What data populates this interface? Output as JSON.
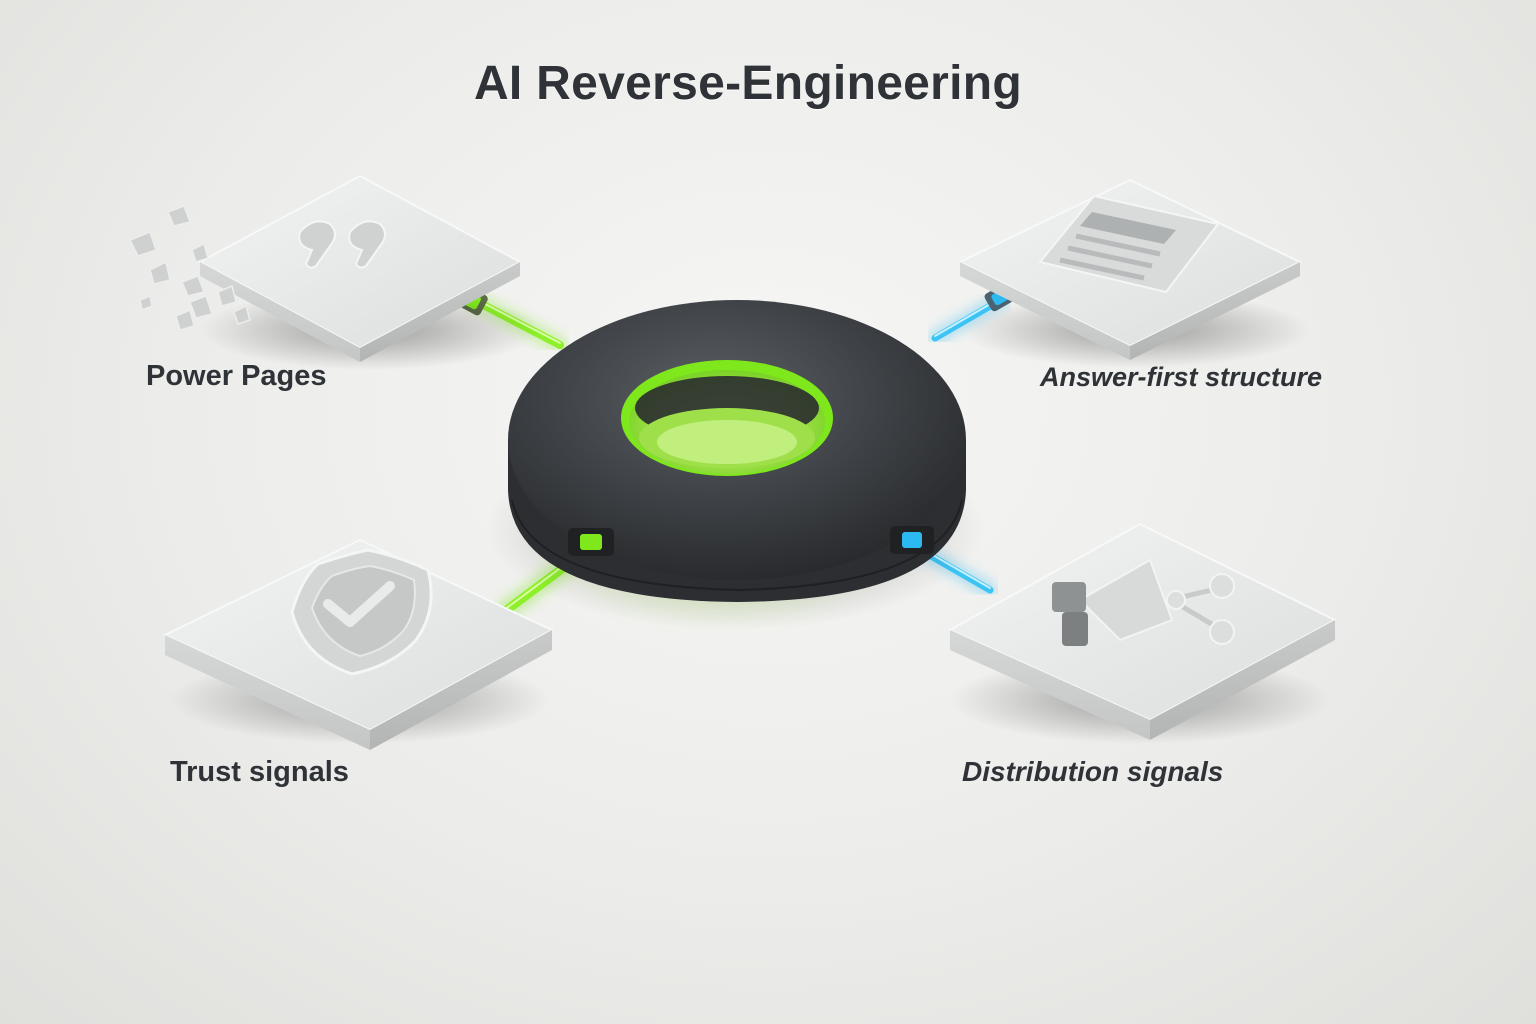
{
  "title": "AI Reverse-Engineering",
  "hub": {
    "icon": "ring-hub"
  },
  "nodes": [
    {
      "label": "Power Pages",
      "icon": "quote-icon",
      "accent": "#7ee81c"
    },
    {
      "label": "Answer-first structure",
      "icon": "document-icon",
      "accent": "#2bb9f0"
    },
    {
      "label": "Trust signals",
      "icon": "shield-check-icon",
      "accent": "#7ee81c"
    },
    {
      "label": "Distribution signals",
      "icon": "megaphone-network-icon",
      "accent": "#2bb9f0"
    }
  ],
  "colors": {
    "green": "#7ee81c",
    "blue": "#2bb9f0",
    "hub": "#3a3d41",
    "tile": "#e7e8e8"
  }
}
